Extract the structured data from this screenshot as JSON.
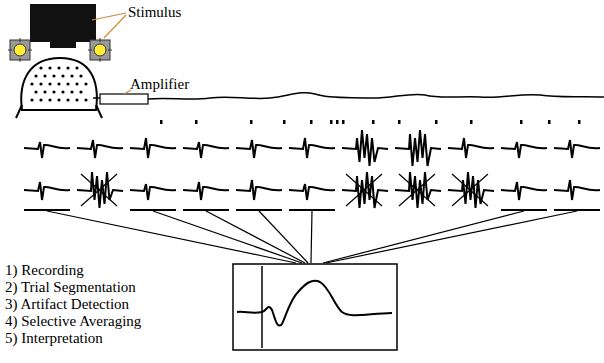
{
  "diagram": {
    "labels": [
      "Stimulus",
      "Amplifier",
      "1) Recording",
      "2) Trial Segmentation",
      "3) Artifact Detection",
      "4) Selective Averaging",
      "5) Interpretation"
    ]
  }
}
